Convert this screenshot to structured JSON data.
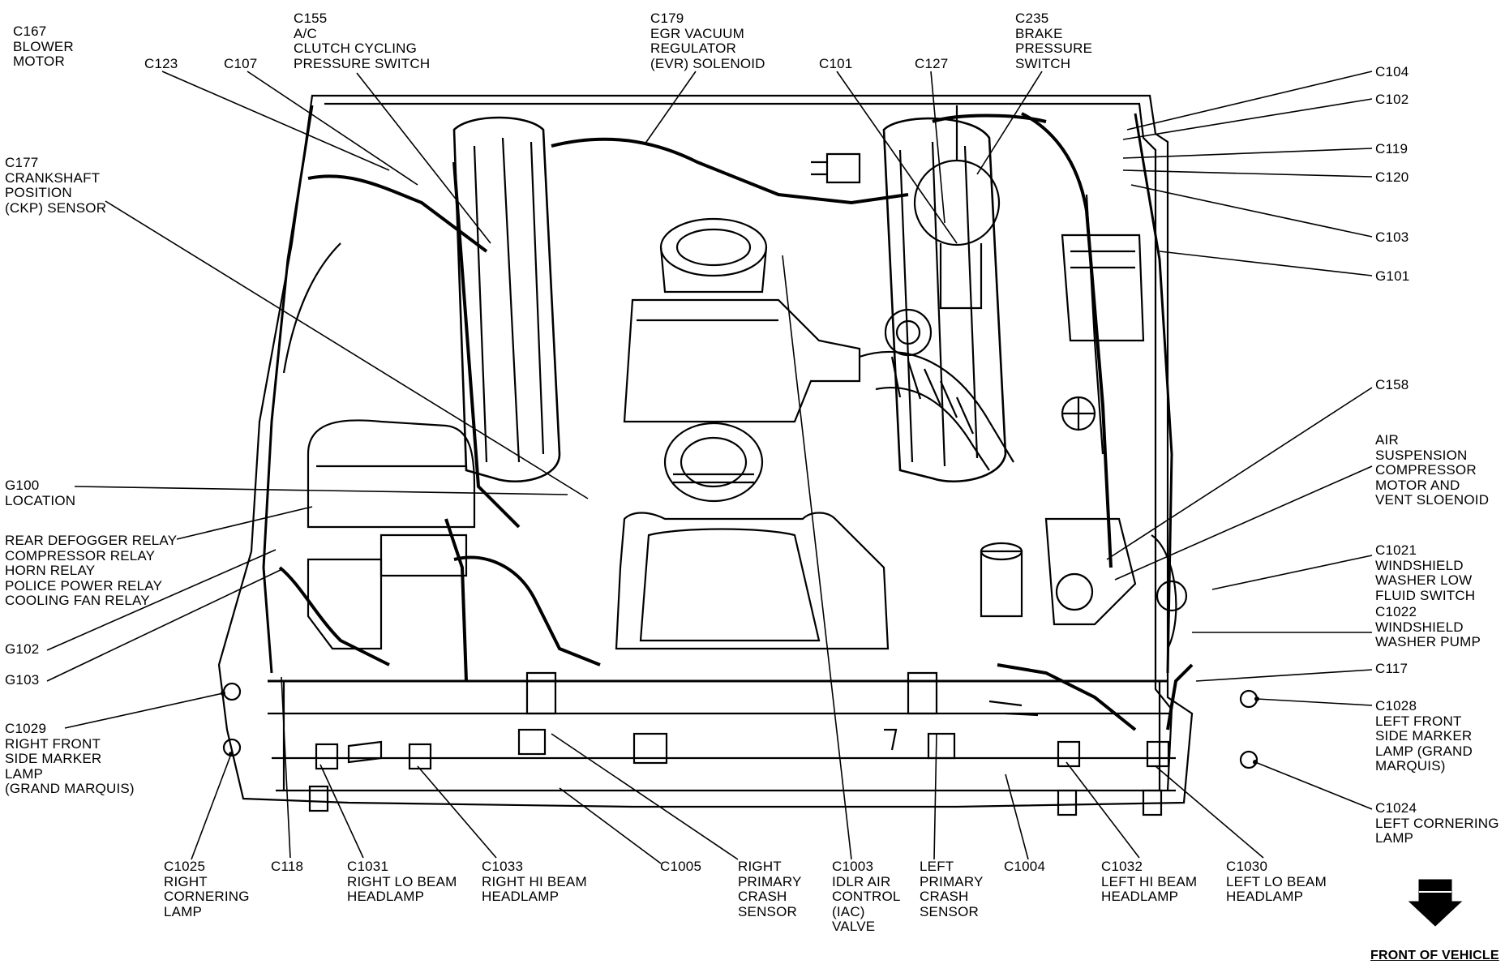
{
  "diagram": {
    "labels": {
      "c167": "C167\nBLOWER\nMOTOR",
      "c123": "C123",
      "c107": "C107",
      "c155": "C155\nA/C\nCLUTCH CYCLING\nPRESSURE SWITCH",
      "c179": "C179\nEGR VACUUM\nREGULATOR\n(EVR) SOLENOID",
      "c101": "C101",
      "c127": "C127",
      "c235": "C235\nBRAKE\nPRESSURE\nSWITCH",
      "c104": "C104",
      "c102": "C102",
      "c119": "C119",
      "c120": "C120",
      "c103": "C103",
      "g101": "G101",
      "c177": "C177\nCRANKSHAFT\nPOSITION\n(CKP) SENSOR",
      "c158": "C158",
      "air_susp": "AIR\nSUSPENSION\nCOMPRESSOR\nMOTOR AND\nVENT SLOENOID",
      "g100": "G100\nLOCATION",
      "relays": "REAR DEFOGGER RELAY\nCOMPRESSOR RELAY\nHORN RELAY\nPOLICE POWER RELAY\nCOOLING FAN RELAY",
      "c1021": "C1021\nWINDSHIELD\nWASHER LOW\nFLUID SWITCH",
      "c1022": "C1022\nWINDSHIELD\nWASHER PUMP",
      "g102": "G102",
      "g103": "G103",
      "c117": "C117",
      "c1028": "C1028\nLEFT FRONT\nSIDE MARKER\nLAMP (GRAND\nMARQUIS)",
      "c1029": "C1029\nRIGHT FRONT\nSIDE MARKER\nLAMP\n(GRAND MARQUIS)",
      "c1024": "C1024\nLEFT CORNERING\nLAMP",
      "c1025": "C1025\nRIGHT\nCORNERING\nLAMP",
      "c118": "C118",
      "c1031": "C1031\nRIGHT LO BEAM\nHEADLAMP",
      "c1033": "C1033\nRIGHT HI BEAM\nHEADLAMP",
      "c1005": "C1005",
      "right_crash": "RIGHT\nPRIMARY\nCRASH\nSENSOR",
      "c1003": "C1003\nIDLR AIR\nCONTROL\n(IAC)\nVALVE",
      "left_crash": "LEFT\nPRIMARY\nCRASH\nSENSOR",
      "c1004": "C1004",
      "c1032": "C1032\nLEFT HI BEAM\nHEADLAMP",
      "c1030": "C1030\nLEFT LO BEAM\nHEADLAMP",
      "front": "FRONT OF VEHICLE"
    }
  }
}
